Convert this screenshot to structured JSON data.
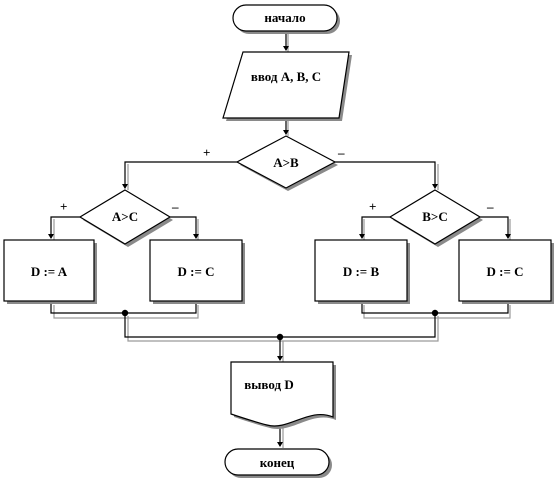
{
  "nodes": {
    "start": "начало",
    "input": "ввод A, B, C",
    "cond_main": "A>B",
    "cond_left": "A>C",
    "cond_right": "B>C",
    "assign_da": "D := A",
    "assign_dc_left": "D := C",
    "assign_db": "D := B",
    "assign_dc_right": "D := C",
    "output": "вывод D",
    "end": "конец"
  },
  "branch_labels": {
    "main_yes": "+",
    "main_no": "–",
    "left_yes": "+",
    "left_no": "–",
    "right_yes": "+",
    "right_no": "–"
  }
}
